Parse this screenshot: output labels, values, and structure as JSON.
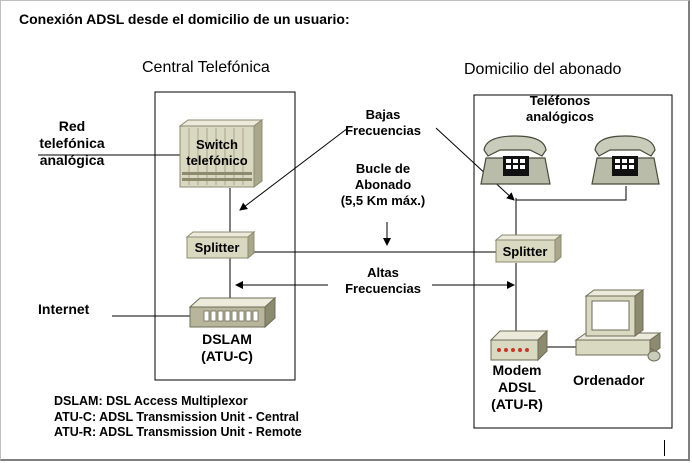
{
  "heading": "Conexión ADSL desde el domicilio de un usuario:",
  "central": {
    "title": "Central Telefónica",
    "switch_label": "Switch\ntelefónico",
    "splitter_label": "Splitter",
    "dslam_label": "DSLAM\n(ATU-C)"
  },
  "domicilio": {
    "title": "Domicilio del abonado",
    "phones_label": "Teléfonos\nanalógicos",
    "splitter_label": "Splitter",
    "modem_label": "Modem\nADSL\n(ATU-R)",
    "computer_label": "Ordenador"
  },
  "annotations": {
    "red": "Red\ntelefónica\nanalógica",
    "internet": "Internet",
    "bajas": "Bajas\nFrecuencias",
    "bucle": "Bucle de\nAbonado\n(5,5 Km máx.)",
    "altas": "Altas\nFrecuencias"
  },
  "legend": [
    "DSLAM: DSL Access Multiplexor",
    "ATU-C: ADSL Transmission Unit - Central",
    "ATU-R: ADSL Transmission Unit - Remote"
  ],
  "colors": {
    "device_fill": "#d9d8c0",
    "device_dark": "#8c8b70",
    "phone_fill": "#b8bca8",
    "line": "#000000",
    "box_border": "#000000"
  }
}
